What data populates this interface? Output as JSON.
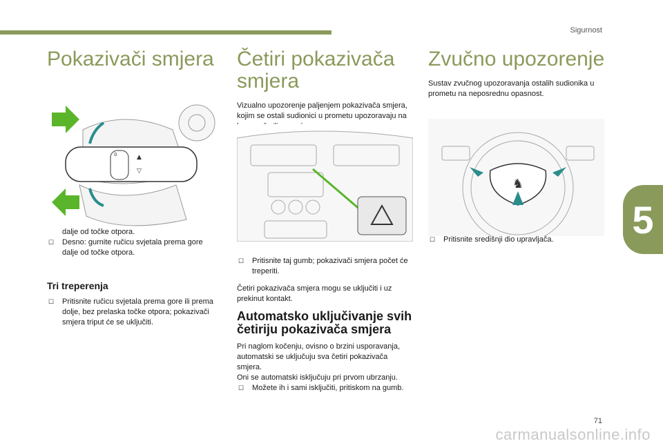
{
  "header": {
    "section": "Sigurnost"
  },
  "chapter": "5",
  "page_number": "71",
  "watermark": "carmanualsonline.info",
  "col1": {
    "title": "Pokazivači smjera",
    "bullets": [
      "Lijevo: gurnite ručicu svjetala prema dolje dalje od točke otpora.",
      "Desno: gurnite ručicu svjetala prema gore dalje od točke otpora."
    ],
    "subtitle": "Tri treperenja",
    "sub_bullets": [
      "Pritisnite ručicu svjetala prema gore ili prema dolje, bez prelaska točke otpora; pokazivači smjera triput će se uključiti."
    ]
  },
  "col2": {
    "title": "Četiri pokazivača smjera",
    "intro": "Vizualno upozorenje paljenjem pokazivača smjera, kojim se ostali sudionici u prometu upozoravaju na kvar, vuču ili nesreću.",
    "bullets": [
      "Pritisnite taj gumb; pokazivači smjera počet će treperiti."
    ],
    "note": "Četiri pokazivača smjera mogu se uključiti i uz prekinut kontakt.",
    "subtitle": "Automatsko uključivanje svih četiriju pokazivača smjera",
    "para1": "Pri naglom kočenju, ovisno o brzini usporavanja, automatski se uključuju sva četiri pokazivača smjera.",
    "para2": "Oni se automatski isključuju pri prvom ubrzanju.",
    "sub_bullets": [
      "Možete ih i sami isključiti, pritiskom na gumb."
    ]
  },
  "col3": {
    "title": "Zvučno upozorenje",
    "intro": "Sustav zvučnog upozoravanja ostalih sudionika u prometu na neposrednu opasnost.",
    "bullets": [
      "Pritisnite središnji dio upravljača."
    ]
  },
  "colors": {
    "accent": "#8a9a5b",
    "arrow_green": "#5bb52b",
    "arrow_teal": "#2a8c8c"
  }
}
